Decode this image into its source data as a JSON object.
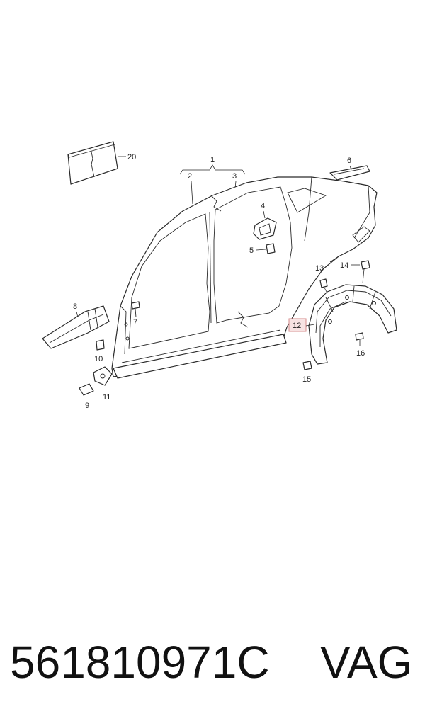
{
  "diagram": {
    "callouts": {
      "c1": "1",
      "c2": "2",
      "c3": "3",
      "c4": "4",
      "c5": "5",
      "c6": "6",
      "c7": "7",
      "c8": "8",
      "c9": "9",
      "c10": "10",
      "c11": "11",
      "c12": "12",
      "c13": "13",
      "c14": "14",
      "c15": "15",
      "c16": "16",
      "c20": "20"
    },
    "highlight_color": "#f7e3e3"
  },
  "footer": {
    "part_number": "561810971C",
    "brand": "VAG"
  }
}
